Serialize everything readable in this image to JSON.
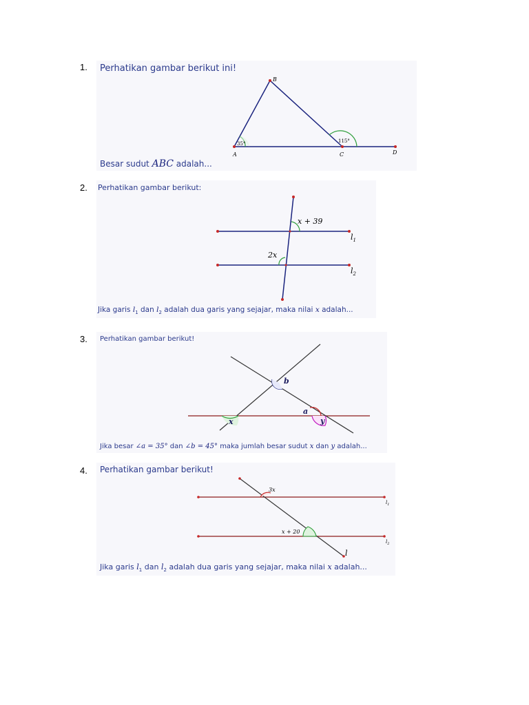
{
  "q1": {
    "number": "1.",
    "prompt": "Perhatikan gambar berikut ini!",
    "question_pre": "Besar sudut ",
    "question_math": "ABC",
    "question_post": " adalah...",
    "labels": {
      "A": "A",
      "B": "B",
      "C": "C",
      "D": "D",
      "angle_a": "35°",
      "angle_c": "115°"
    }
  },
  "q2": {
    "number": "2.",
    "prompt": "Perhatikan gambar berikut:",
    "question_pre": "Jika garis ",
    "l1": "l",
    "l1_sub": "1",
    "dan": " dan ",
    "l2": "l",
    "l2_sub": "2",
    "question_mid": " adalah dua garis yang sejajar, maka nilai ",
    "var": "x",
    "question_post": " adalah...",
    "labels": {
      "top_angle": "x + 39",
      "bottom_angle": "2x",
      "l1": "l",
      "l1_sub": "1",
      "l2": "l",
      "l2_sub": "2"
    }
  },
  "q3": {
    "number": "3.",
    "prompt": "Perhatikan gambar berikut!",
    "question_pre": "Jika besar ",
    "angle_a": "∠a = 35°",
    "dan": " dan ",
    "angle_b": "∠b = 45°",
    "question_mid": " maka jumlah besar sudut ",
    "x": "x",
    "dan2": " dan ",
    "y": "y",
    "question_post": " adalah...",
    "labels": {
      "a": "a",
      "b": "b",
      "x": "x",
      "y": "y"
    }
  },
  "q4": {
    "number": "4.",
    "prompt": "Perhatikan gambar berikut!",
    "question_pre": "Jika garis ",
    "l1": "l",
    "l1_sub": "1",
    "dan": " dan ",
    "l2": "l",
    "l2_sub": "2",
    "question_mid": " adalah dua garis yang sejajar, maka nilai ",
    "var": "x",
    "question_post": " adalah...",
    "labels": {
      "top_angle": "3x",
      "bottom_angle": "x + 20",
      "l": "l",
      "l1": "l",
      "l1_sub": "1",
      "l2": "l",
      "l2_sub": "2"
    }
  }
}
